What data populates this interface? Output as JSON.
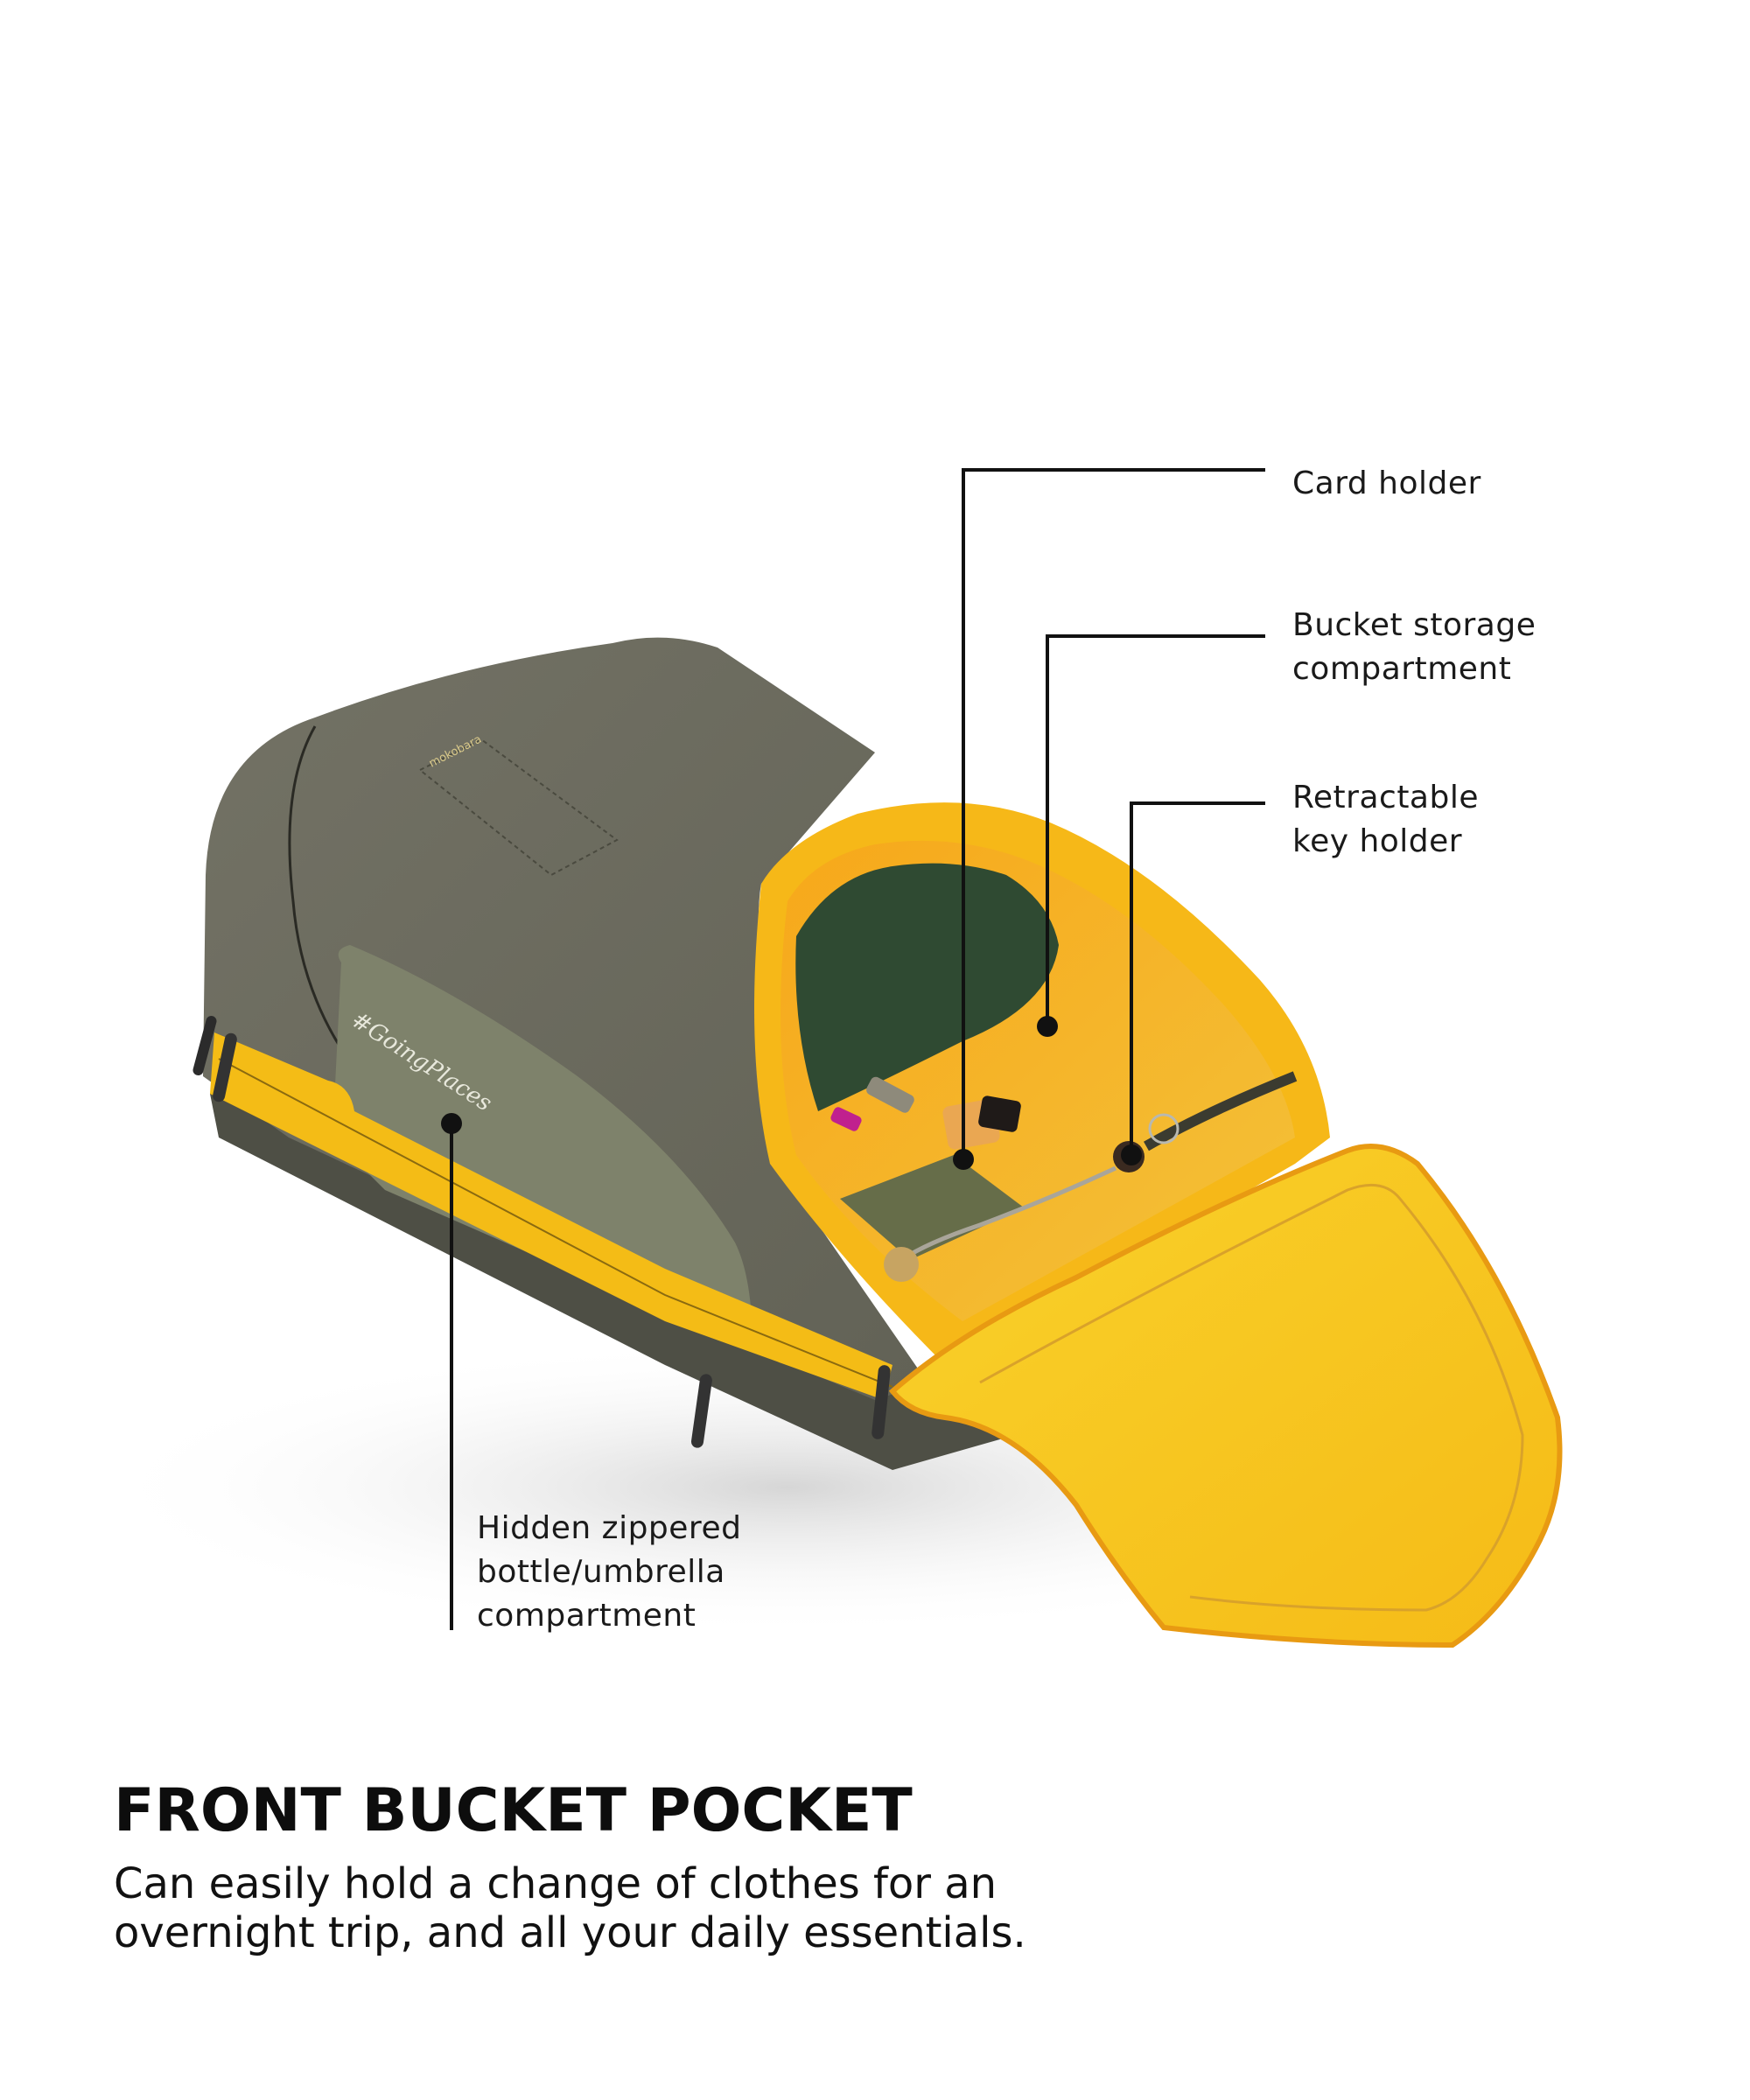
{
  "product": {
    "brand_mark": "mokobara",
    "hashtag": "#GoingPlaces"
  },
  "callouts": {
    "card_holder": {
      "lines": [
        "Card holder"
      ]
    },
    "bucket_storage": {
      "lines": [
        "Bucket storage",
        "compartment"
      ]
    },
    "key_holder": {
      "lines": [
        "Retractable",
        "key holder"
      ]
    },
    "hidden_compartment": {
      "lines": [
        "Hidden zippered",
        "bottle/umbrella",
        "compartment"
      ]
    }
  },
  "feature": {
    "title": "FRONT BUCKET POCKET",
    "description_lines": [
      "Can easily hold a change of clothes for an",
      "overnight trip, and all your daily essentials."
    ]
  },
  "colors": {
    "body": "#6c6b5f",
    "body_dark": "#55564b",
    "panel": "#7d8169",
    "lining": "#f7b21a",
    "lining_light": "#f9cf2a",
    "towel": "#2f4a32",
    "line": "#111111"
  }
}
